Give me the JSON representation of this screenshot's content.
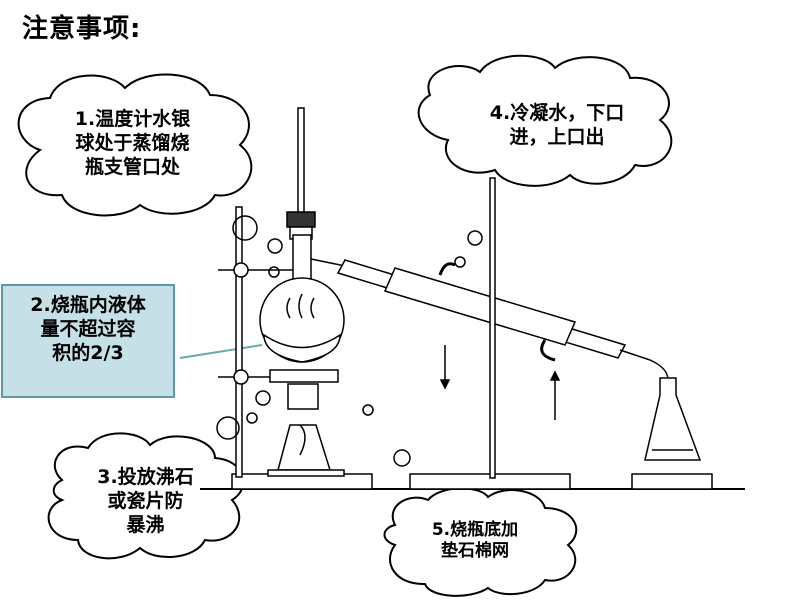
{
  "title": "注意事项:",
  "notes": {
    "n1": [
      "1.温度计水银",
      "球处于蒸馏烧",
      "瓶支管口处"
    ],
    "n2": [
      "2.烧瓶内液体",
      "量不超过容",
      "积的2/3"
    ],
    "n3": [
      "3.投放沸石",
      "或瓷片防",
      "暴沸"
    ],
    "n4": [
      "4.冷凝水，下口",
      "进，上口出"
    ],
    "n5": [
      "5.烧瓶底加",
      "垫石棉网"
    ]
  },
  "colors": {
    "note2_fill": "#c5e0e6",
    "note2_border": "#5a9aa8",
    "liquid_fill": "#ffffff",
    "line": "#000000"
  }
}
